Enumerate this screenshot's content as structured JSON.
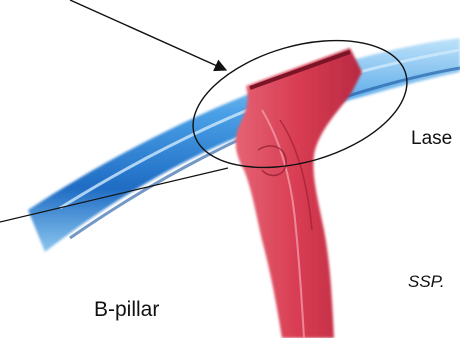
{
  "labels": {
    "laser": "Lase",
    "ssp": "SSP.",
    "b_pillar": "B-pillar"
  },
  "colors": {
    "roof_rail_blue": "#2b7fd6",
    "roof_rail_light": "#9fd0f4",
    "pillar_red": "#e0485a",
    "pillar_dark": "#a8243a",
    "line_black": "#111111"
  },
  "icons": {
    "arrow": "arrow-icon",
    "highlight": "ellipse-highlight"
  }
}
